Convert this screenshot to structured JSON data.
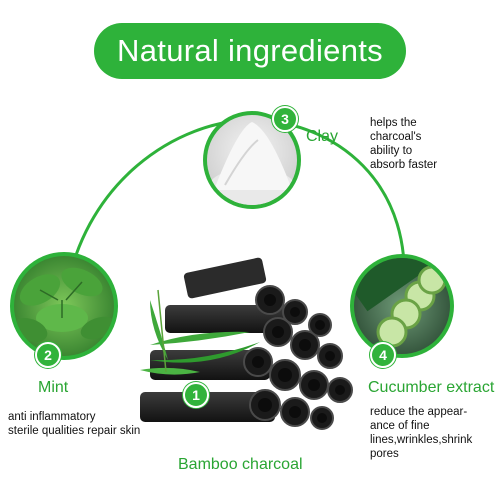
{
  "title": "Natural ingredients",
  "colors": {
    "accent": "#2eb23a",
    "text": "#111111"
  },
  "ingredients": [
    {
      "number": "3",
      "name": "Clay",
      "description": [
        "helps the",
        "charcoal's",
        "ability to",
        "absorb faster"
      ]
    },
    {
      "number": "2",
      "name": "Mint",
      "description": [
        "anti inflammatory",
        "sterile qualities repair skin"
      ]
    },
    {
      "number": "4",
      "name": "Cucumber extract",
      "description": [
        "reduce the appear-",
        "ance of fine",
        "lines,wrinkles,shrink",
        "pores"
      ]
    },
    {
      "number": "1",
      "name": "Bamboo charcoal",
      "description": []
    }
  ]
}
